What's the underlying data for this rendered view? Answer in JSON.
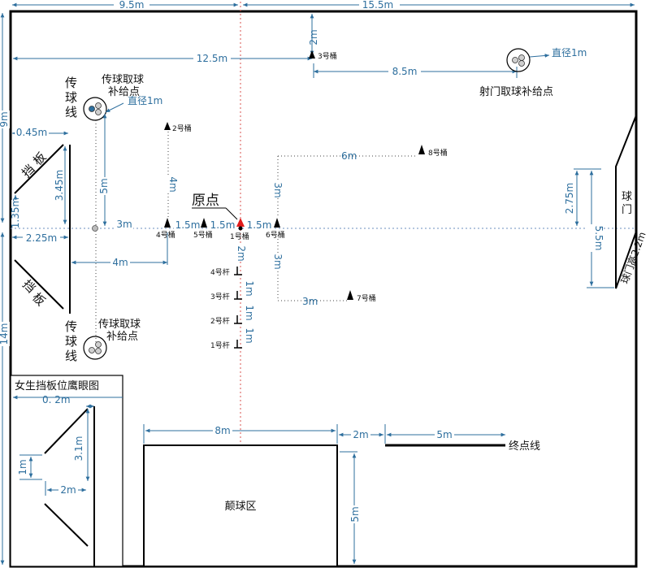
{
  "top_dims": {
    "left": "9.5m",
    "right": "15.5m"
  },
  "dims": {
    "d_12_5": "12.5m",
    "d_2m_top": "2m",
    "d_8_5": "8.5m",
    "d_9m": "9m",
    "d_0_45": "0.45m",
    "d_3_45": "3.45m",
    "d_1_35": "1.35m",
    "d_2_25": "2.25m",
    "d_5m_left": "5m",
    "d_3m_a": "3m",
    "d_1_5a": "1.5m",
    "d_1_5b": "1.5m",
    "d_1_5c": "1.5m",
    "d_4m_v": "4m",
    "d_4m_h": "4m",
    "d_6m": "6m",
    "d_3m_v1": "3m",
    "d_3m_v2": "3m",
    "d_3m_b": "3m",
    "d_2m_mid": "2m",
    "d_1m_a": "1m",
    "d_1m_b": "1m",
    "d_1m_c": "1m",
    "d_2_75": "2.75m",
    "d_5_5": "5.5m",
    "d_14m": "14m",
    "d_8m": "8m",
    "d_2m_b": "2m",
    "d_5m_b": "5m",
    "d_5m_c": "5m",
    "d_dia_1": "直径1m",
    "d_dia_2": "直径1m"
  },
  "labels": {
    "pass_line_top": [
      "传",
      "球",
      "线"
    ],
    "pass_line_bottom": [
      "传",
      "球",
      "线"
    ],
    "supply_top": [
      "传球取球",
      "补给点"
    ],
    "supply_bottom": [
      "传球取球",
      "补给点"
    ],
    "shoot_supply": "射门取球补给点",
    "baffle_top": [
      "挡",
      "板"
    ],
    "baffle_bottom": [
      "挡",
      "板"
    ],
    "origin": "原点",
    "goal": [
      "球",
      "门"
    ],
    "goal_height": "球门高2.2m",
    "header_zone": "颠球区",
    "finish_line": "终点线",
    "inset_title": "女生挡板位鹰眼图",
    "inset_0_2": "0. 2m",
    "inset_3_1": "3.1m",
    "inset_1m": "1m",
    "inset_2m": "2m"
  },
  "buckets": [
    "1号桶",
    "2号桶",
    "3号桶",
    "4号桶",
    "5号桶",
    "6号桶",
    "7号桶",
    "8号桶"
  ],
  "poles": [
    "1号杆",
    "2号杆",
    "3号杆",
    "4号杆"
  ],
  "colors": {
    "dimension": "#2e6f9e",
    "origin_marker": "#e01b1b",
    "center_axis": "#d9534f"
  }
}
